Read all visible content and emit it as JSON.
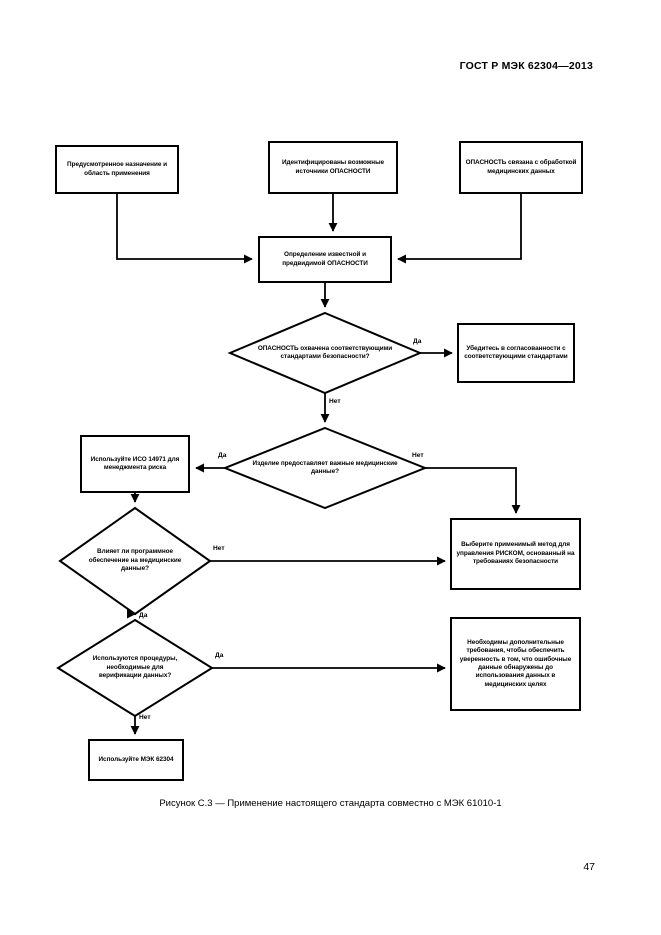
{
  "document": {
    "header": "ГОСТ Р МЭК 62304—2013",
    "page_number": "47",
    "figure_caption": "Рисунок С.3 — Применение настоящего стандарта совместно с МЭК 61010-1"
  },
  "colors": {
    "ink": "#000000",
    "paper": "#ffffff"
  },
  "chart_data": {
    "type": "diagram",
    "title": "Рисунок С.3 — Применение настоящего стандарта совместно с МЭК 61010-1",
    "nodes": [
      {
        "id": "intended_use",
        "shape": "process",
        "text": "Предусмотренное назначение и область применения"
      },
      {
        "id": "hazards_ident",
        "shape": "process",
        "text": "Идентифицированы возможные источники ОПАСНОСТИ"
      },
      {
        "id": "hazard_data",
        "shape": "process",
        "text": "ОПАСНОСТЬ связана с обработкой медицинских данных"
      },
      {
        "id": "determine_hazard",
        "shape": "process",
        "text": "Определение известной и предвидимой ОПАСНОСТИ"
      },
      {
        "id": "covered_standards",
        "shape": "decision",
        "text": "ОПАСНОСТЬ охвачена соответствующими стандартами безопасности?"
      },
      {
        "id": "ensure_compliance",
        "shape": "process",
        "text": "Убедитесь в согласованности с соответствующими стандартами"
      },
      {
        "id": "provides_data",
        "shape": "decision",
        "text": "Изделие предоставляет важные медицинские данные?"
      },
      {
        "id": "use_iso14971",
        "shape": "process",
        "text": "Используйте ИСО 14971 для менеджмента риска"
      },
      {
        "id": "software_affects",
        "shape": "decision",
        "text": "Влияет ли программное обеспечение на медицинские данные?"
      },
      {
        "id": "select_method",
        "shape": "process",
        "text": "Выберите применимый метод для управления РИСКОМ, основанный на требованиях безопасности"
      },
      {
        "id": "verification_proc",
        "shape": "decision",
        "text": "Используются процедуры, необходимые для верификации данных?"
      },
      {
        "id": "extra_requirements",
        "shape": "process",
        "text": "Необходимы дополнительные требования, чтобы обеспечить уверенность в том, что ошибочные данные обнаружены до использования данных в медицинских целях"
      },
      {
        "id": "use_iec62304",
        "shape": "process",
        "text": "Используйте МЭК 62304"
      }
    ],
    "edges": [
      {
        "from": "intended_use",
        "to": "determine_hazard",
        "label": ""
      },
      {
        "from": "hazards_ident",
        "to": "determine_hazard",
        "label": ""
      },
      {
        "from": "hazard_data",
        "to": "determine_hazard",
        "label": ""
      },
      {
        "from": "determine_hazard",
        "to": "covered_standards",
        "label": ""
      },
      {
        "from": "covered_standards",
        "to": "ensure_compliance",
        "label": "Да"
      },
      {
        "from": "covered_standards",
        "to": "provides_data",
        "label": "Нет"
      },
      {
        "from": "provides_data",
        "to": "use_iso14971",
        "label": "Да"
      },
      {
        "from": "provides_data",
        "to": "select_method",
        "label": "Нет"
      },
      {
        "from": "use_iso14971",
        "to": "software_affects",
        "label": ""
      },
      {
        "from": "software_affects",
        "to": "select_method",
        "label": "Нет"
      },
      {
        "from": "software_affects",
        "to": "verification_proc",
        "label": "Да"
      },
      {
        "from": "verification_proc",
        "to": "extra_requirements",
        "label": "Да"
      },
      {
        "from": "verification_proc",
        "to": "use_iec62304",
        "label": "Нет"
      }
    ],
    "edge_labels": {
      "covered_yes": "Да",
      "covered_no": "Нет",
      "provides_yes": "Да",
      "provides_no": "Нет",
      "software_no": "Нет",
      "software_yes": "Да",
      "verify_yes": "Да",
      "verify_no": "Нет"
    }
  }
}
